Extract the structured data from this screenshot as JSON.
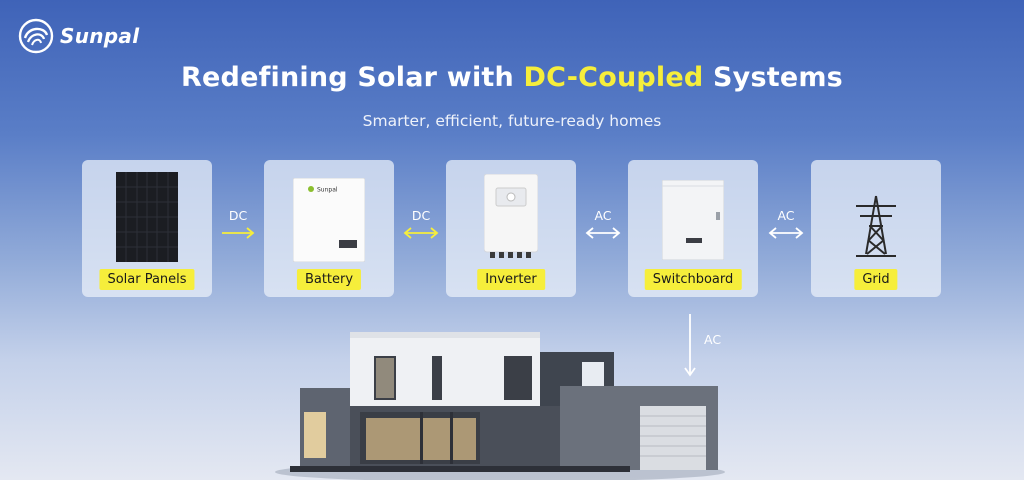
{
  "brand": {
    "name": "Sunpal",
    "logo_icon": "swirl-logo-icon"
  },
  "header": {
    "title_prefix": "Redefining Solar with ",
    "title_highlight": "DC-Coupled",
    "title_suffix": " Systems",
    "subtitle": "Smarter, efficient, future-ready homes"
  },
  "colors": {
    "highlight": "#f6ee3b",
    "arrow": "#f6ee3b",
    "arrow_white": "#ffffff"
  },
  "components": [
    {
      "label": "Solar Panels",
      "icon": "solar-panel-icon"
    },
    {
      "label": "Battery",
      "icon": "battery-icon",
      "device_brand": "Sunpal"
    },
    {
      "label": "Inverter",
      "icon": "inverter-icon"
    },
    {
      "label": "Switchboard",
      "icon": "switchboard-icon"
    },
    {
      "label": "Grid",
      "icon": "transmission-tower-icon"
    }
  ],
  "connections": [
    {
      "label": "DC",
      "direction": "forward"
    },
    {
      "label": "DC",
      "direction": "both"
    },
    {
      "label": "AC",
      "direction": "both"
    },
    {
      "label": "AC",
      "direction": "both"
    }
  ],
  "house_connection": {
    "label": "AC",
    "direction": "down"
  }
}
